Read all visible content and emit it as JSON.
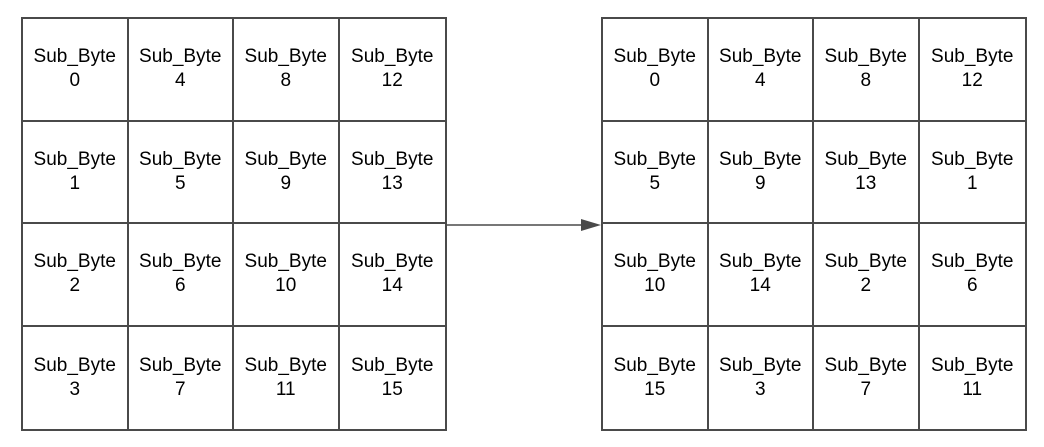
{
  "diagram": {
    "colors": {
      "line": "#4a4a4a",
      "text": "#000000",
      "background": "#ffffff"
    },
    "left_grid": {
      "rows": [
        [
          {
            "label": "Sub_Byte",
            "num": "0"
          },
          {
            "label": "Sub_Byte",
            "num": "4"
          },
          {
            "label": "Sub_Byte",
            "num": "8"
          },
          {
            "label": "Sub_Byte",
            "num": "12"
          }
        ],
        [
          {
            "label": "Sub_Byte",
            "num": "1"
          },
          {
            "label": "Sub_Byte",
            "num": "5"
          },
          {
            "label": "Sub_Byte",
            "num": "9"
          },
          {
            "label": "Sub_Byte",
            "num": "13"
          }
        ],
        [
          {
            "label": "Sub_Byte",
            "num": "2"
          },
          {
            "label": "Sub_Byte",
            "num": "6"
          },
          {
            "label": "Sub_Byte",
            "num": "10"
          },
          {
            "label": "Sub_Byte",
            "num": "14"
          }
        ],
        [
          {
            "label": "Sub_Byte",
            "num": "3"
          },
          {
            "label": "Sub_Byte",
            "num": "7"
          },
          {
            "label": "Sub_Byte",
            "num": "11"
          },
          {
            "label": "Sub_Byte",
            "num": "15"
          }
        ]
      ]
    },
    "right_grid": {
      "rows": [
        [
          {
            "label": "Sub_Byte",
            "num": "0"
          },
          {
            "label": "Sub_Byte",
            "num": "4"
          },
          {
            "label": "Sub_Byte",
            "num": "8"
          },
          {
            "label": "Sub_Byte",
            "num": "12"
          }
        ],
        [
          {
            "label": "Sub_Byte",
            "num": "5"
          },
          {
            "label": "Sub_Byte",
            "num": "9"
          },
          {
            "label": "Sub_Byte",
            "num": "13"
          },
          {
            "label": "Sub_Byte",
            "num": "1"
          }
        ],
        [
          {
            "label": "Sub_Byte",
            "num": "10"
          },
          {
            "label": "Sub_Byte",
            "num": "14"
          },
          {
            "label": "Sub_Byte",
            "num": "2"
          },
          {
            "label": "Sub_Byte",
            "num": "6"
          }
        ],
        [
          {
            "label": "Sub_Byte",
            "num": "15"
          },
          {
            "label": "Sub_Byte",
            "num": "3"
          },
          {
            "label": "Sub_Byte",
            "num": "7"
          },
          {
            "label": "Sub_Byte",
            "num": "11"
          }
        ]
      ]
    }
  }
}
